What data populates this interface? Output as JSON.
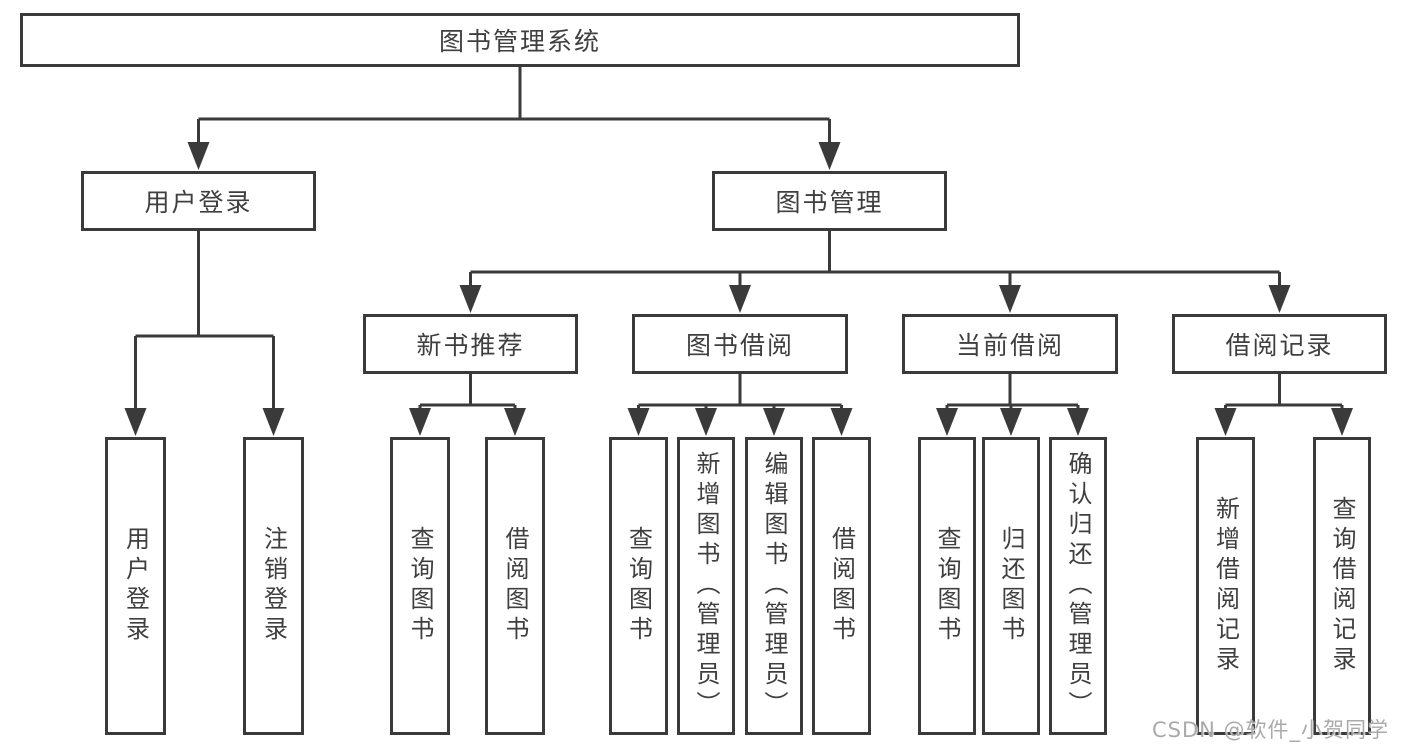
{
  "watermark": "CSDN @软件_小贺同学",
  "colors": {
    "line": "#3a3a3a",
    "text": "#3f3f3f",
    "box_background": "#ffffff",
    "watermark": "#a5a5a5"
  },
  "tree": {
    "root": {
      "label": "图书管理系统",
      "children": [
        {
          "label": "用户登录",
          "children": [
            {
              "label": "用户登录"
            },
            {
              "label": "注销登录"
            }
          ]
        },
        {
          "label": "图书管理",
          "children": [
            {
              "label": "新书推荐",
              "children": [
                {
                  "label": "查询图书"
                },
                {
                  "label": "借阅图书"
                }
              ]
            },
            {
              "label": "图书借阅",
              "children": [
                {
                  "label": "查询图书"
                },
                {
                  "label": "新增图书（管理员）"
                },
                {
                  "label": "编辑图书（管理员）"
                },
                {
                  "label": "借阅图书"
                }
              ]
            },
            {
              "label": "当前借阅",
              "children": [
                {
                  "label": "查询图书"
                },
                {
                  "label": "归还图书"
                },
                {
                  "label": "确认归还（管理员）"
                }
              ]
            },
            {
              "label": "借阅记录",
              "children": [
                {
                  "label": "新增借阅记录"
                },
                {
                  "label": "查询借阅记录"
                }
              ]
            }
          ]
        }
      ]
    }
  }
}
